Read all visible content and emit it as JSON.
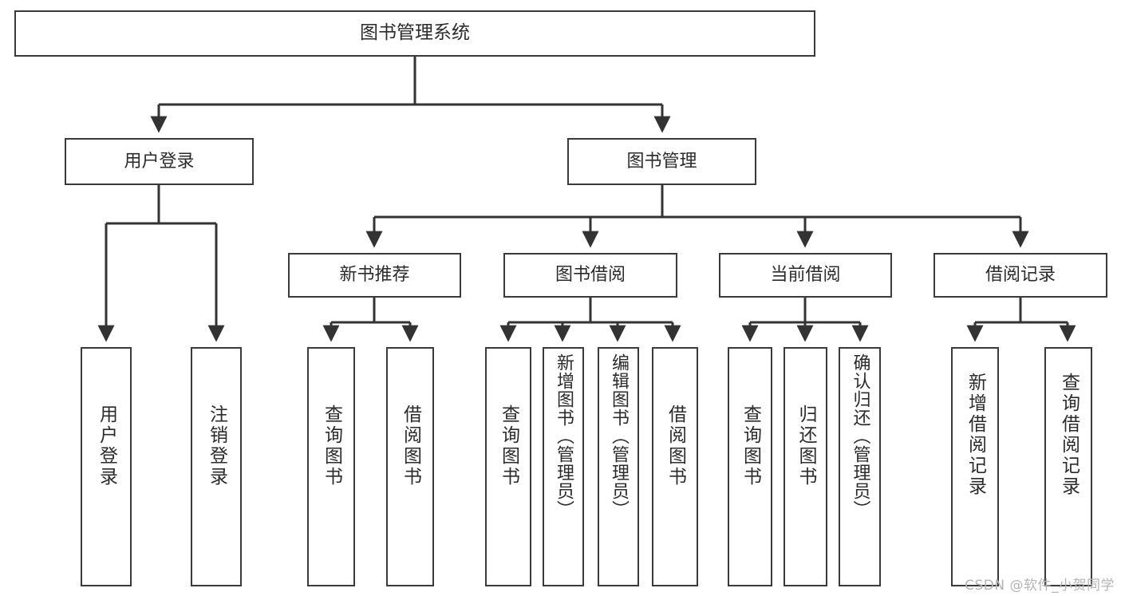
{
  "diagram": {
    "type": "tree-hierarchy-chart",
    "title": "图书管理系统",
    "watermark": "CSDN @软件_小贺同学",
    "colors": {
      "box_border": "#3a3a3a",
      "box_fill": "#ffffff",
      "connector": "#333333",
      "text": "#2b2b2b",
      "watermark": "#b4b4b4"
    },
    "nodes": {
      "root": {
        "label": "图书管理系统",
        "level": 1
      },
      "level2": [
        {
          "id": "user-login",
          "label": "用户登录"
        },
        {
          "id": "book-management",
          "label": "图书管理"
        }
      ],
      "level3": [
        {
          "id": "new-book-recommend",
          "label": "新书推荐",
          "parent": "book-management"
        },
        {
          "id": "book-borrow",
          "label": "图书借阅",
          "parent": "book-management"
        },
        {
          "id": "current-borrow",
          "label": "当前借阅",
          "parent": "book-management"
        },
        {
          "id": "borrow-record",
          "label": "借阅记录",
          "parent": "book-management"
        }
      ],
      "leaves": [
        {
          "id": "leaf-user-login",
          "label": "用户登录",
          "parent": "user-login"
        },
        {
          "id": "leaf-logout-login",
          "label": "注销登录",
          "parent": "user-login"
        },
        {
          "id": "leaf-query-book-1",
          "label": "查询图书",
          "parent": "new-book-recommend"
        },
        {
          "id": "leaf-borrow-book-1",
          "label": "借阅图书",
          "parent": "new-book-recommend"
        },
        {
          "id": "leaf-query-book-2",
          "label": "查询图书",
          "parent": "book-borrow"
        },
        {
          "id": "leaf-add-book",
          "label": "新增图书（管理员）",
          "parent": "book-borrow"
        },
        {
          "id": "leaf-edit-book",
          "label": "编辑图书（管理员）",
          "parent": "book-borrow"
        },
        {
          "id": "leaf-borrow-book-2",
          "label": "借阅图书",
          "parent": "book-borrow"
        },
        {
          "id": "leaf-query-book-3",
          "label": "查询图书",
          "parent": "current-borrow"
        },
        {
          "id": "leaf-return-book",
          "label": "归还图书",
          "parent": "current-borrow"
        },
        {
          "id": "leaf-confirm-return",
          "label": "确认归还（管理员）",
          "parent": "current-borrow"
        },
        {
          "id": "leaf-add-record",
          "label": "新增借阅记录",
          "parent": "borrow-record"
        },
        {
          "id": "leaf-query-record",
          "label": "查询借阅记录",
          "parent": "borrow-record"
        }
      ]
    }
  }
}
